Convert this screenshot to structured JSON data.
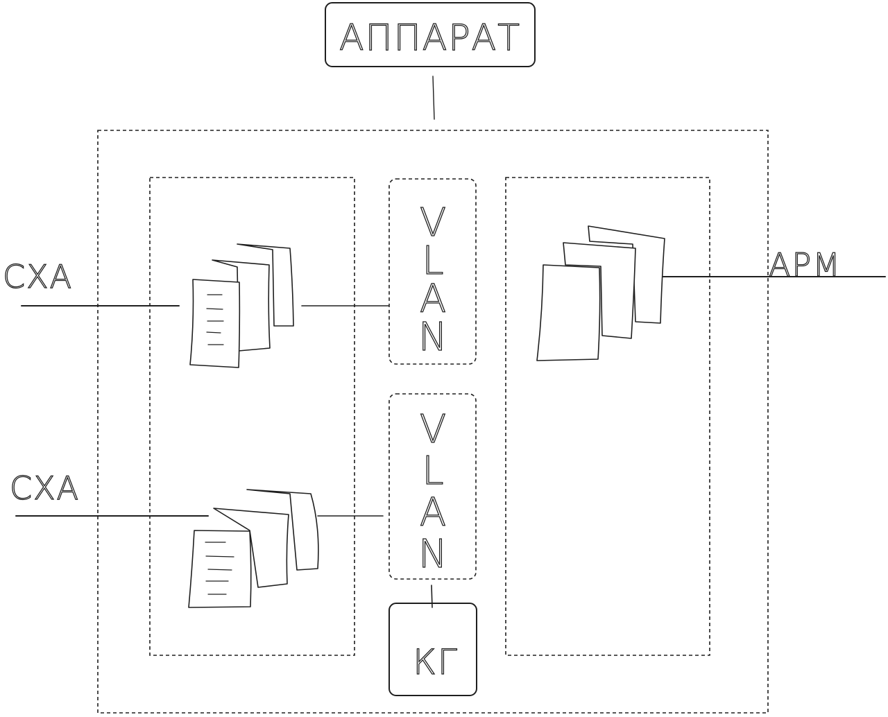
{
  "device_label": "АППАРАТ",
  "left_labels": [
    "СХА",
    "СХА"
  ],
  "right_label": "АРМ",
  "vlan_labels": [
    "VLAN",
    "VLAN"
  ],
  "crypto_label": "КГ",
  "colors": {
    "ink": "#1e1e1e",
    "background": "#ffffff"
  }
}
